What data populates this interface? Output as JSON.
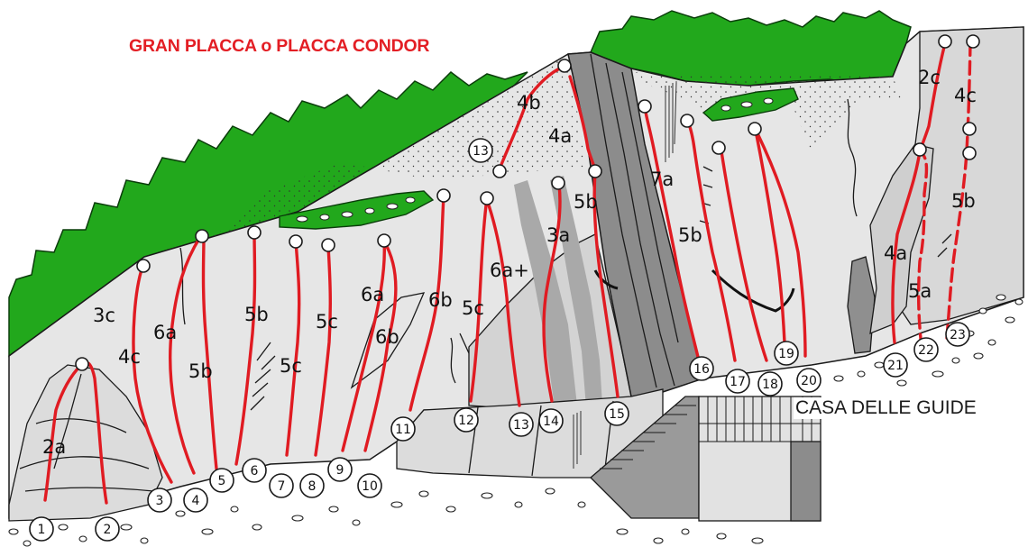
{
  "title": "GRAN PLACCA o PLACCA CONDOR",
  "landmark_label": "CASA DELLE GUIDE",
  "colors": {
    "route": "#e01b22",
    "title": "#e31e24",
    "vegetation": "#22a81c",
    "rock_light": "#e4e4e4",
    "rock_dark": "#8c8c8c"
  },
  "route_numbers": [
    "1",
    "2",
    "3",
    "4",
    "5",
    "6",
    "7",
    "8",
    "9",
    "10",
    "11",
    "12",
    "13",
    "14",
    "15",
    "16",
    "17",
    "18",
    "19",
    "20",
    "21",
    "22",
    "23",
    "13"
  ],
  "grades": [
    "2a",
    "3c",
    "4c",
    "6a",
    "5b",
    "5b",
    "5c",
    "5c",
    "6a",
    "6b",
    "6b",
    "5c",
    "6a+",
    "3a",
    "5b",
    "4b",
    "4a",
    "7a",
    "5b",
    "2c",
    "4c",
    "5b",
    "4a",
    "5a"
  ]
}
